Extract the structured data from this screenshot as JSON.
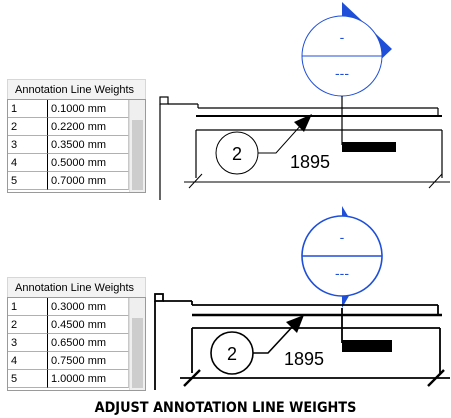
{
  "panels": [
    {
      "title": "Annotation Line Weights",
      "rows": [
        {
          "index": "1",
          "value": "0.1000 mm"
        },
        {
          "index": "2",
          "value": "0.2200 mm"
        },
        {
          "index": "3",
          "value": "0.3500 mm"
        },
        {
          "index": "4",
          "value": "0.5000 mm"
        },
        {
          "index": "5",
          "value": "0.7000 mm"
        }
      ]
    },
    {
      "title": "Annotation Line Weights",
      "rows": [
        {
          "index": "1",
          "value": "0.3000 mm"
        },
        {
          "index": "2",
          "value": "0.4500 mm"
        },
        {
          "index": "3",
          "value": "0.6500 mm"
        },
        {
          "index": "4",
          "value": "0.7500 mm"
        },
        {
          "index": "5",
          "value": "1.0000 mm"
        }
      ]
    }
  ],
  "drawings": [
    {
      "bubble_number": "2",
      "dimension": "1895",
      "marker_top": "-",
      "marker_bottom": "---"
    },
    {
      "bubble_number": "2",
      "dimension": "1895",
      "marker_top": "-",
      "marker_bottom": "---"
    }
  ],
  "colors": {
    "accent": "#1f4fd8",
    "ink": "#000000"
  },
  "caption": "ADJUST ANNOTATION LINE WEIGHTS"
}
